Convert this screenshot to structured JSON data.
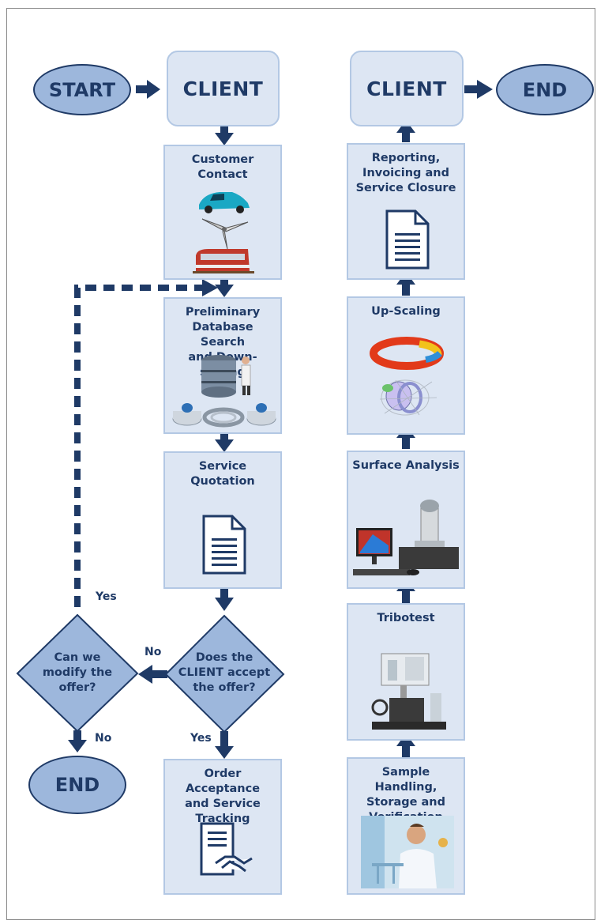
{
  "terminals": {
    "start": "START",
    "end_top": "END",
    "end_bottom": "END"
  },
  "clients": {
    "left": "CLIENT",
    "right": "CLIENT"
  },
  "steps": {
    "customer_contact": "Customer\nContact",
    "preliminary": "Preliminary\nDatabase Search\nand Down-scaling",
    "quotation": "Service Quotation",
    "order": "Order Acceptance\nand Service\nTracking",
    "sample": "Sample Handling,\nStorage and\nVerification",
    "tribotest": "Tribotest",
    "surface": "Surface Analysis",
    "upscaling": "Up-Scaling",
    "reporting": "Reporting,\nInvoicing and\nService Closure"
  },
  "decisions": {
    "accept": "Does the\nCLIENT accept\nthe offer?",
    "modify": "Can we\nmodify the\noffer?"
  },
  "edge_labels": {
    "accept_no": "No",
    "accept_yes": "Yes",
    "modify_yes": "Yes",
    "modify_no": "No"
  },
  "colors": {
    "dark_blue": "#1f3a66",
    "box_fill": "#dde6f3",
    "box_border": "#b3c8e4",
    "oval_fill": "#9db7dc"
  },
  "icons": {
    "customer_contact": [
      "car-icon",
      "wind-turbine-icon",
      "train-icon"
    ],
    "preliminary": [
      "database-server-icon",
      "scientist-icon",
      "test-sample-icons",
      "bearing-ring-icon"
    ],
    "quotation": "document-icon",
    "order": "handshake-contract-icon",
    "sample": "lab-technician-photo",
    "tribotest": "tribometer-machine-icon",
    "surface": "microscope-workstation-icon",
    "upscaling": [
      "thermal-ring-simulation-icon",
      "bearing-mesh-model-icon"
    ],
    "reporting": "document-icon"
  }
}
